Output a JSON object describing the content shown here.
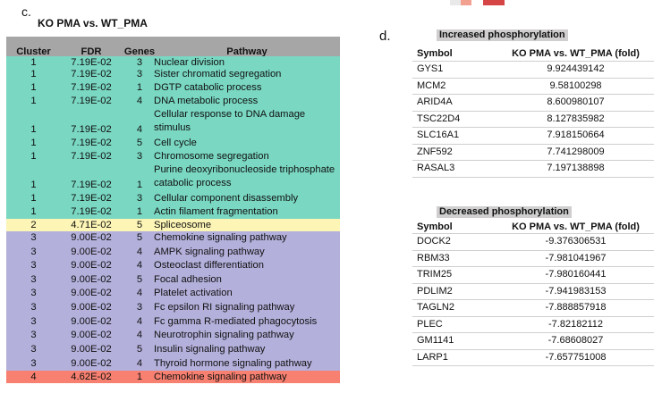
{
  "panel_c": {
    "label": "c.",
    "title": "KO PMA vs. WT_PMA",
    "columns": [
      "Cluster",
      "FDR",
      "Genes",
      "Pathway"
    ],
    "colors": {
      "header": "#a6a6a6",
      "cluster1": "#79d7c2",
      "cluster2": "#fcf5b6",
      "cluster3": "#b3b0db",
      "cluster4": "#f88070"
    },
    "rows": [
      {
        "cluster": "1",
        "fdr": "7.19E-02",
        "genes": "3",
        "pathway": "Nuclear division"
      },
      {
        "cluster": "1",
        "fdr": "7.19E-02",
        "genes": "3",
        "pathway": "Sister chromatid segregation"
      },
      {
        "cluster": "1",
        "fdr": "7.19E-02",
        "genes": "1",
        "pathway": "DGTP catabolic process"
      },
      {
        "cluster": "1",
        "fdr": "7.19E-02",
        "genes": "4",
        "pathway": "DNA metabolic process"
      },
      {
        "cluster": "1",
        "fdr": "7.19E-02",
        "genes": "4",
        "pathway": "Cellular response to DNA damage stimulus"
      },
      {
        "cluster": "1",
        "fdr": "7.19E-02",
        "genes": "5",
        "pathway": "Cell cycle"
      },
      {
        "cluster": "1",
        "fdr": "7.19E-02",
        "genes": "3",
        "pathway": "Chromosome segregation"
      },
      {
        "cluster": "1",
        "fdr": "7.19E-02",
        "genes": "1",
        "pathway": "Purine deoxyribonucleoside triphosphate catabolic process"
      },
      {
        "cluster": "1",
        "fdr": "7.19E-02",
        "genes": "3",
        "pathway": "Cellular component disassembly"
      },
      {
        "cluster": "1",
        "fdr": "7.19E-02",
        "genes": "1",
        "pathway": "Actin filament fragmentation"
      },
      {
        "cluster": "2",
        "fdr": "4.71E-02",
        "genes": "5",
        "pathway": "Spliceosome"
      },
      {
        "cluster": "3",
        "fdr": "9.00E-02",
        "genes": "5",
        "pathway": "Chemokine signaling pathway"
      },
      {
        "cluster": "3",
        "fdr": "9.00E-02",
        "genes": "4",
        "pathway": "AMPK signaling pathway"
      },
      {
        "cluster": "3",
        "fdr": "9.00E-02",
        "genes": "4",
        "pathway": "Osteoclast differentiation"
      },
      {
        "cluster": "3",
        "fdr": "9.00E-02",
        "genes": "5",
        "pathway": "Focal adhesion"
      },
      {
        "cluster": "3",
        "fdr": "9.00E-02",
        "genes": "4",
        "pathway": "Platelet activation"
      },
      {
        "cluster": "3",
        "fdr": "9.00E-02",
        "genes": "3",
        "pathway": "Fc epsilon RI signaling pathway"
      },
      {
        "cluster": "3",
        "fdr": "9.00E-02",
        "genes": "4",
        "pathway": "Fc gamma R-mediated phagocytosis"
      },
      {
        "cluster": "3",
        "fdr": "9.00E-02",
        "genes": "4",
        "pathway": "Neurotrophin signaling pathway"
      },
      {
        "cluster": "3",
        "fdr": "9.00E-02",
        "genes": "5",
        "pathway": "Insulin signaling pathway"
      },
      {
        "cluster": "3",
        "fdr": "9.00E-02",
        "genes": "4",
        "pathway": "Thyroid hormone signaling pathway"
      },
      {
        "cluster": "4",
        "fdr": "4.62E-02",
        "genes": "1",
        "pathway": "Chemokine signaling pathway"
      }
    ]
  },
  "panel_d": {
    "label": "d.",
    "increased": {
      "title": "Increased phosphorylation",
      "col_symbol": "Symbol",
      "col_value": "KO PMA vs. WT_PMA (fold)",
      "rows": [
        {
          "symbol": "GYS1",
          "value": "9.924439142"
        },
        {
          "symbol": "MCM2",
          "value": "9.58100298"
        },
        {
          "symbol": "ARID4A",
          "value": "8.600980107"
        },
        {
          "symbol": "TSC22D4",
          "value": "8.127835982"
        },
        {
          "symbol": "SLC16A1",
          "value": "7.918150664"
        },
        {
          "symbol": "ZNF592",
          "value": "7.741298009"
        },
        {
          "symbol": "RASAL3",
          "value": "7.197138898"
        }
      ]
    },
    "decreased": {
      "title": "Decreased phosphorylation",
      "col_symbol": "Symbol",
      "col_value": "KO PMA vs. WT_PMA (fold)",
      "rows": [
        {
          "symbol": "DOCK2",
          "value": "-9.376306531"
        },
        {
          "symbol": "RBM33",
          "value": "-7.981041967"
        },
        {
          "symbol": "TRIM25",
          "value": "-7.980160441"
        },
        {
          "symbol": "PDLIM2",
          "value": "-7.941983153"
        },
        {
          "symbol": "TAGLN2",
          "value": "-7.888857918"
        },
        {
          "symbol": "PLEC",
          "value": "-7.82182112"
        },
        {
          "symbol": "GM1141",
          "value": "-7.68608027"
        },
        {
          "symbol": "LARP1",
          "value": "-7.657751008"
        }
      ]
    }
  }
}
